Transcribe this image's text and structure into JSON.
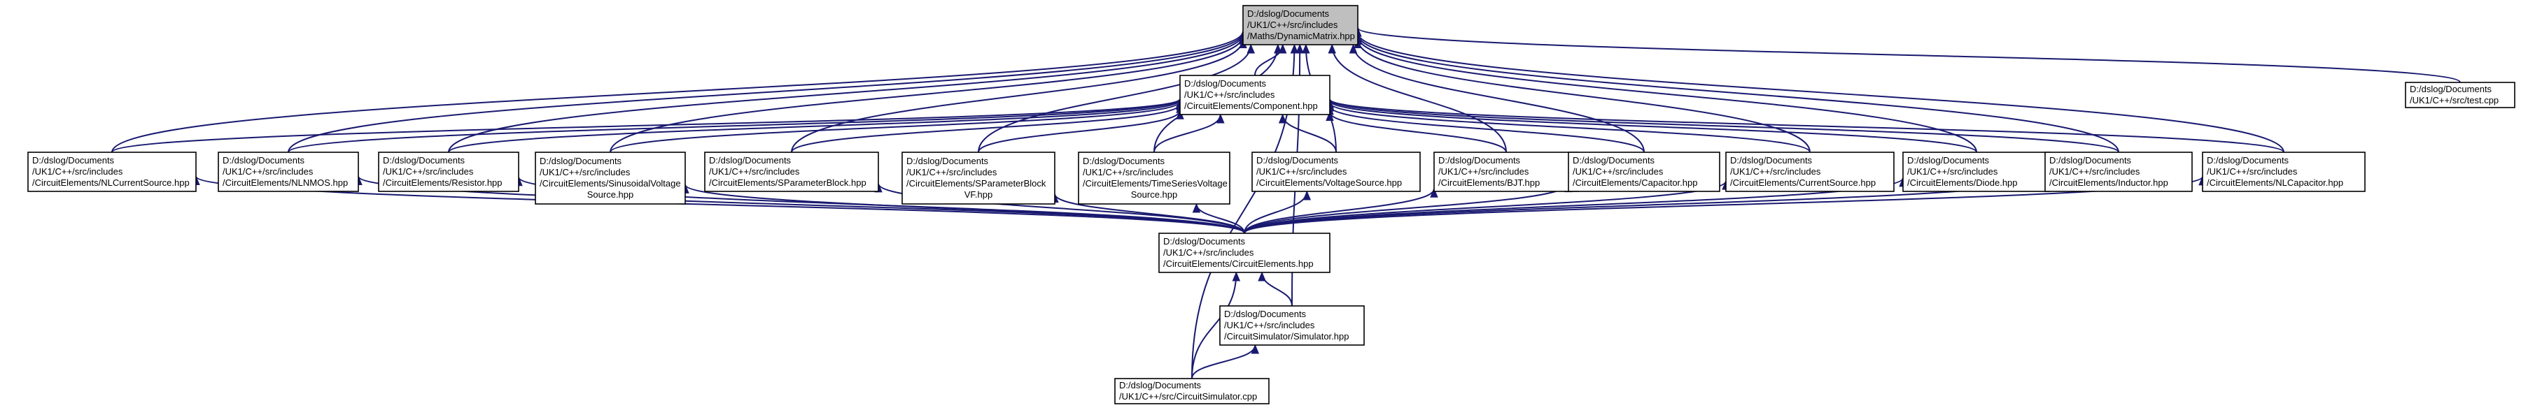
{
  "graph": {
    "nodes": [
      {
        "id": "root",
        "label": [
          "D:/dslog/Documents",
          "/UK1/C++/src/includes",
          "/Maths/DynamicMatrix.hpp"
        ],
        "highlighted": true
      },
      {
        "id": "component",
        "label": [
          "D:/dslog/Documents",
          "/UK1/C++/src/includes",
          "/CircuitElements/Component.hpp"
        ]
      },
      {
        "id": "testcpp",
        "label": [
          "D:/dslog/Documents",
          "/UK1/C++/src/test.cpp"
        ]
      },
      {
        "id": "nlcurrent",
        "label": [
          "D:/dslog/Documents",
          "/UK1/C++/src/includes",
          "/CircuitElements/NLCurrentSource.hpp"
        ]
      },
      {
        "id": "nlnmos",
        "label": [
          "D:/dslog/Documents",
          "/UK1/C++/src/includes",
          "/CircuitElements/NLNMOS.hpp"
        ]
      },
      {
        "id": "resistor",
        "label": [
          "D:/dslog/Documents",
          "/UK1/C++/src/includes",
          "/CircuitElements/Resistor.hpp"
        ]
      },
      {
        "id": "sinusoidal",
        "label": [
          "D:/dslog/Documents",
          "/UK1/C++/src/includes",
          "/CircuitElements/SinusoidalVoltage",
          "Source.hpp"
        ]
      },
      {
        "id": "sparam",
        "label": [
          "D:/dslog/Documents",
          "/UK1/C++/src/includes",
          "/CircuitElements/SParameterBlock.hpp"
        ]
      },
      {
        "id": "sparamvf",
        "label": [
          "D:/dslog/Documents",
          "/UK1/C++/src/includes",
          "/CircuitElements/SParameterBlock",
          "VF.hpp"
        ]
      },
      {
        "id": "timeseries",
        "label": [
          "D:/dslog/Documents",
          "/UK1/C++/src/includes",
          "/CircuitElements/TimeSeriesVoltage",
          "Source.hpp"
        ]
      },
      {
        "id": "voltagesrc",
        "label": [
          "D:/dslog/Documents",
          "/UK1/C++/src/includes",
          "/CircuitElements/VoltageSource.hpp"
        ]
      },
      {
        "id": "bjt",
        "label": [
          "D:/dslog/Documents",
          "/UK1/C++/src/includes",
          "/CircuitElements/BJT.hpp"
        ]
      },
      {
        "id": "capacitor",
        "label": [
          "D:/dslog/Documents",
          "/UK1/C++/src/includes",
          "/CircuitElements/Capacitor.hpp"
        ]
      },
      {
        "id": "currentsrc",
        "label": [
          "D:/dslog/Documents",
          "/UK1/C++/src/includes",
          "/CircuitElements/CurrentSource.hpp"
        ]
      },
      {
        "id": "diode",
        "label": [
          "D:/dslog/Documents",
          "/UK1/C++/src/includes",
          "/CircuitElements/Diode.hpp"
        ]
      },
      {
        "id": "inductor",
        "label": [
          "D:/dslog/Documents",
          "/UK1/C++/src/includes",
          "/CircuitElements/Inductor.hpp"
        ]
      },
      {
        "id": "nlcap",
        "label": [
          "D:/dslog/Documents",
          "/UK1/C++/src/includes",
          "/CircuitElements/NLCapacitor.hpp"
        ]
      },
      {
        "id": "circuitelements",
        "label": [
          "D:/dslog/Documents",
          "/UK1/C++/src/includes",
          "/CircuitElements/CircuitElements.hpp"
        ]
      },
      {
        "id": "simulator",
        "label": [
          "D:/dslog/Documents",
          "/UK1/C++/src/includes",
          "/CircuitSimulator/Simulator.hpp"
        ]
      },
      {
        "id": "circuitsimcpp",
        "label": [
          "D:/dslog/Documents",
          "/UK1/C++/src/CircuitSimulator.cpp"
        ]
      }
    ],
    "edges": [
      [
        "component",
        "root"
      ],
      [
        "testcpp",
        "root"
      ],
      [
        "nlcurrent",
        "root"
      ],
      [
        "nlnmos",
        "root"
      ],
      [
        "resistor",
        "root"
      ],
      [
        "sinusoidal",
        "root"
      ],
      [
        "sparam",
        "root"
      ],
      [
        "sparamvf",
        "root"
      ],
      [
        "timeseries",
        "root"
      ],
      [
        "voltagesrc",
        "root"
      ],
      [
        "bjt",
        "root"
      ],
      [
        "capacitor",
        "root"
      ],
      [
        "currentsrc",
        "root"
      ],
      [
        "diode",
        "root"
      ],
      [
        "inductor",
        "root"
      ],
      [
        "nlcap",
        "root"
      ],
      [
        "simulator",
        "root"
      ],
      [
        "circuitsimcpp",
        "root"
      ],
      [
        "nlcurrent",
        "component"
      ],
      [
        "nlnmos",
        "component"
      ],
      [
        "resistor",
        "component"
      ],
      [
        "sinusoidal",
        "component"
      ],
      [
        "sparam",
        "component"
      ],
      [
        "sparamvf",
        "component"
      ],
      [
        "timeseries",
        "component"
      ],
      [
        "voltagesrc",
        "component"
      ],
      [
        "bjt",
        "component"
      ],
      [
        "capacitor",
        "component"
      ],
      [
        "currentsrc",
        "component"
      ],
      [
        "diode",
        "component"
      ],
      [
        "inductor",
        "component"
      ],
      [
        "nlcap",
        "component"
      ],
      [
        "circuitelements",
        "nlcurrent"
      ],
      [
        "circuitelements",
        "nlnmos"
      ],
      [
        "circuitelements",
        "resistor"
      ],
      [
        "circuitelements",
        "sinusoidal"
      ],
      [
        "circuitelements",
        "sparam"
      ],
      [
        "circuitelements",
        "sparamvf"
      ],
      [
        "circuitelements",
        "timeseries"
      ],
      [
        "circuitelements",
        "voltagesrc"
      ],
      [
        "circuitelements",
        "bjt"
      ],
      [
        "circuitelements",
        "capacitor"
      ],
      [
        "circuitelements",
        "currentsrc"
      ],
      [
        "circuitelements",
        "diode"
      ],
      [
        "circuitelements",
        "inductor"
      ],
      [
        "circuitelements",
        "nlcap"
      ],
      [
        "simulator",
        "circuitelements"
      ],
      [
        "circuitsimcpp",
        "circuitelements"
      ],
      [
        "circuitsimcpp",
        "simulator"
      ]
    ]
  },
  "colors": {
    "edge": "#191970",
    "root_fill": "#bfbfbf",
    "node_fill": "#ffffff",
    "node_border": "#000000"
  }
}
